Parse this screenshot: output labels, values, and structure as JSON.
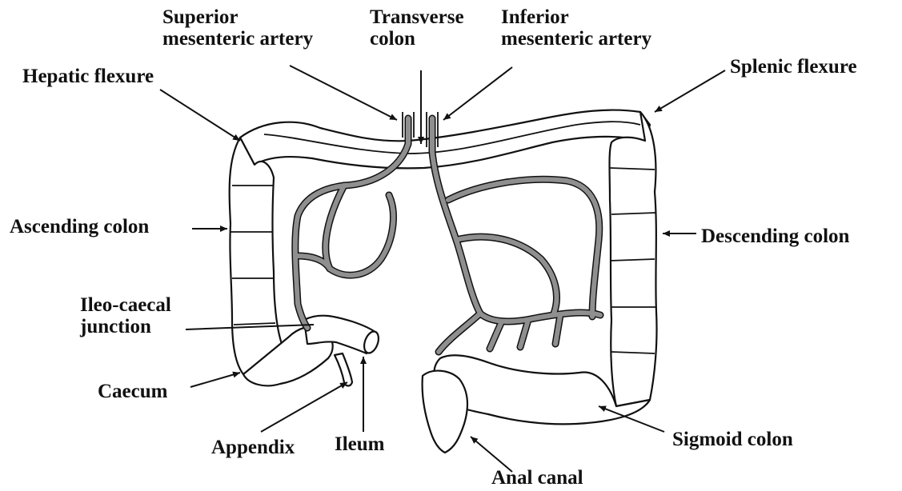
{
  "labels": {
    "superior_mesenteric_artery": [
      "Superior",
      "mesenteric artery"
    ],
    "transverse_colon": [
      "Transverse",
      "colon"
    ],
    "inferior_mesenteric_artery": [
      "Inferior",
      "mesenteric artery"
    ],
    "hepatic_flexure": "Hepatic flexure",
    "splenic_flexure": "Splenic flexure",
    "ascending_colon": "Ascending colon",
    "descending_colon": "Descending colon",
    "ileo_caecal_junction": [
      "Ileo-caecal",
      "junction"
    ],
    "caecum": "Caecum",
    "appendix": "Appendix",
    "ileum": "Ileum",
    "sigmoid_colon": "Sigmoid colon",
    "anal_canal": "Anal canal"
  },
  "colors": {
    "outline": "#111111",
    "vessel_fill": "#8f8f8f",
    "background": "#ffffff"
  }
}
